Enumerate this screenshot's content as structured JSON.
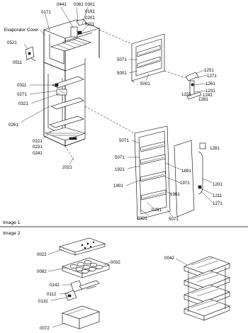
{
  "image1": {
    "caption": "Image 1",
    "labels": {
      "p0441": "0441",
      "p0381": "0381",
      "p0301": "0301",
      "p0191": "0191",
      "p0201": "0201",
      "p0211": "0211",
      "p0171": "0171",
      "evap": "Evaporator Cover",
      "p0521": "0521",
      "p0511": "0511",
      "p0311": "0311",
      "p0271": "0271",
      "p0321": "0321",
      "p0261": "0261",
      "p0221": "0221",
      "p0231": "0231",
      "p0241": "0241",
      "p2021": "2021",
      "p5071a": "5071",
      "p5001a": "5001",
      "p5001b": "5001",
      "p1251": "1251",
      "p1271a": "1271",
      "p1261": "1261",
      "p1231": "1231",
      "p1241": "1241",
      "p1281a": "1281",
      "p1221": "1221",
      "p5071b": "5071",
      "p5071c": "5071",
      "p1921": "1921",
      "p1901": "1901",
      "p1891": "1891",
      "p1971": "1971",
      "p1981": "1981",
      "p0291": "0291",
      "p0331": "0331",
      "p5071d": "5071",
      "p1281b": "1281",
      "p1201": "1201",
      "p1211": "1211",
      "p1271b": "1271"
    }
  },
  "image2": {
    "caption": "Image 2",
    "labels": {
      "p0022": "0022",
      "p0082": "0082",
      "p0032": "0032",
      "p0142": "0142",
      "p0112": "0112",
      "p0132": "0132",
      "p0072": "0072",
      "p0042": "0042"
    }
  }
}
